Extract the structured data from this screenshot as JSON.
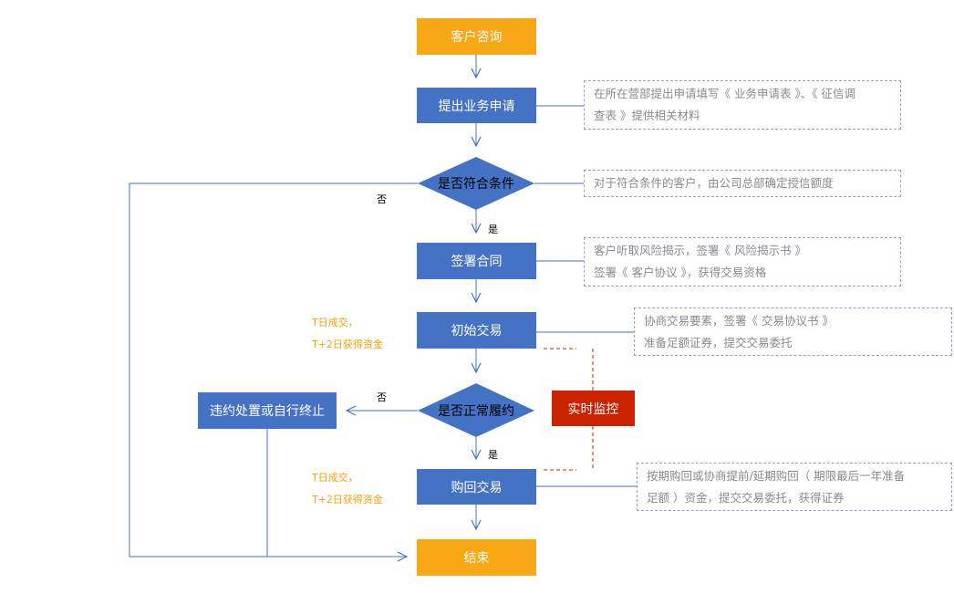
{
  "steps": {
    "consult": "客户咨询",
    "apply": "提出业务申请",
    "eligible": "是否符合条件",
    "sign": "签署合同",
    "initial": "初始交易",
    "normal": "是否正常履约",
    "breach": "违约处置或自行终止",
    "monitor": "实时监控",
    "buyback": "购回交易",
    "end": "结束"
  },
  "labels": {
    "yes": "是",
    "no": "否"
  },
  "notes": {
    "apply": [
      "在所在营部提出申请填写《 业务申请表 》、《 征信调",
      "查表 》提供相关材料"
    ],
    "eligible": [
      "对于符合条件的客户，由公司总部确定授信额度"
    ],
    "sign": [
      "客户听取风险揭示，签署《 风险揭示书 》",
      "签署《 客户协议 》，获得交易资格"
    ],
    "initial": [
      "协商交易要素，签署《 交易协议书 》",
      "准备足额证券，提交交易委托"
    ],
    "buyback": [
      "按期购回或协商提前/延期购回（ 期限最后一年准备",
      "足额 ）资金，提交交易委托，获得证券"
    ]
  },
  "timing": {
    "initial": [
      "T日成交，",
      "T+2日获得资金"
    ],
    "buyback": [
      "T日成交，",
      "T+2日获得资金"
    ]
  },
  "colors": {
    "process": "#4472c4",
    "terminal": "#f8a815",
    "monitor": "#cc2200",
    "line": "#4472c4",
    "dashed": "#cc2200",
    "timing_text": "#f0a30a"
  }
}
